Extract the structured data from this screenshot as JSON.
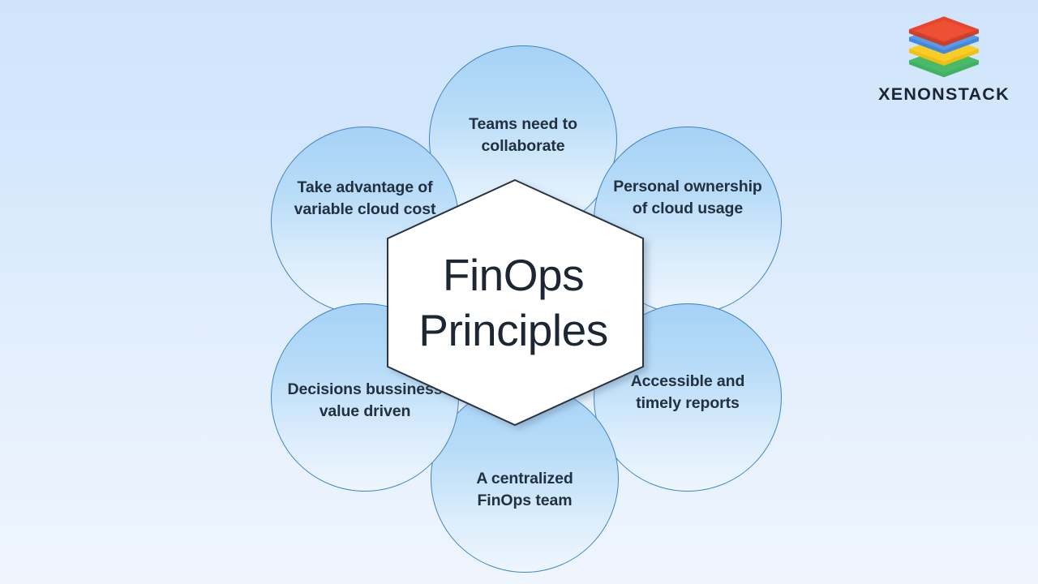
{
  "brand": {
    "name": "XENONSTACK",
    "logo_layers": [
      {
        "name": "layer-red",
        "color": "#e8402a"
      },
      {
        "name": "layer-blue",
        "color": "#4a90e2"
      },
      {
        "name": "layer-yellow",
        "color": "#f5c518"
      },
      {
        "name": "layer-green",
        "color": "#2eaa4f"
      }
    ]
  },
  "center": {
    "title_line1": "FinOps",
    "title_line2": "Principles",
    "shape": "hexagon",
    "fill": "#ffffff",
    "stroke": "#2b3440"
  },
  "theme": {
    "background_top": "#cfe4fb",
    "background_bottom": "#eff5fd",
    "circle_fill_top": "#a6d2f6",
    "circle_fill_bottom": "#eef6fe",
    "circle_border": "#3f86c4",
    "text_color": "#22303f"
  },
  "petals": [
    {
      "id": "top",
      "label": "Teams need to\ncollaborate",
      "line1": "Teams need to",
      "line2": "collaborate"
    },
    {
      "id": "top-left",
      "label": "Take advantage of\nvariable cloud cost",
      "line1": "Take advantage of",
      "line2": "variable cloud cost"
    },
    {
      "id": "top-right",
      "label": "Personal ownership\nof cloud usage",
      "line1": "Personal ownership",
      "line2": "of cloud usage"
    },
    {
      "id": "bottom-right",
      "label": "Accessible and\ntimely reports",
      "line1": "Accessible and",
      "line2": "timely reports"
    },
    {
      "id": "bottom",
      "label": "A centralized\nFinOps team",
      "line1": "A centralized",
      "line2": "FinOps team"
    },
    {
      "id": "bottom-left",
      "label": "Decisions bussiness\nvalue driven",
      "line1": "Decisions bussiness",
      "line2": "value driven"
    }
  ]
}
